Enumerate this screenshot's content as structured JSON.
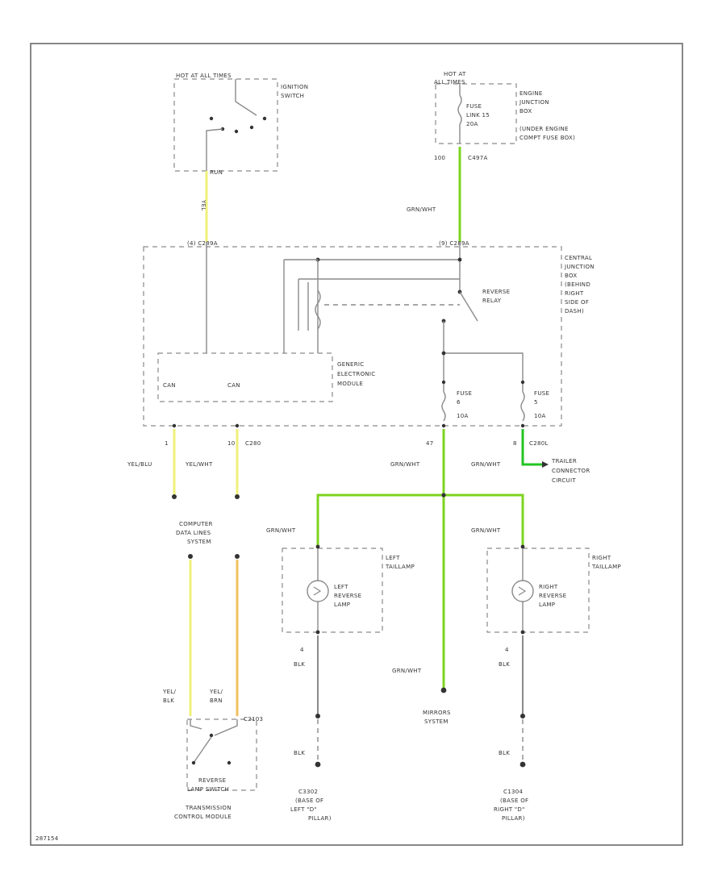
{
  "colors": {
    "green_wire": "#7dd420",
    "green_bright": "#22c422",
    "yellow_wire": "#f0f07a",
    "orange_wire": "#f2c060",
    "gray_wire": "#8a8a8a"
  },
  "ignition": {
    "header": "HOT AT ALL TIMES",
    "label_1": "IGNITION",
    "label_2": "SWITCH",
    "pos": "RUN"
  },
  "engine_box": {
    "hot_1": "HOT AT",
    "hot_2": "ALL TIMES",
    "fuse_1": "FUSE",
    "fuse_2": "LINK 15",
    "fuse_3": "20A",
    "label_1": "ENGINE",
    "label_2": "JUNCTION",
    "label_3": "BOX",
    "label_4": "(UNDER ENGINE",
    "label_5": "COMPT FUSE BOX)",
    "pin": "100",
    "conn": "C497A"
  },
  "wires": {
    "yel": "YEL",
    "grn_wht_1": "GRN/WHT",
    "yel_blu": "YEL/BLU",
    "yel_wht": "YEL/WHT",
    "grn_wht_2": "GRN/WHT",
    "grn_wht_3": "GRN/WHT",
    "grn_wht_4": "GRN/WHT",
    "grn_wht_5": "GRN/WHT",
    "grn_wht_6": "GRN/WHT",
    "blk_1": "BLK",
    "blk_2": "BLK",
    "blk_3": "BLK",
    "blk_4": "BLK",
    "yel_blk_1": "YEL/",
    "yel_blk_2": "BLK",
    "yel_brn_1": "YEL/",
    "yel_brn_2": "BRN"
  },
  "cjb": {
    "conn_left": "(4) C289A",
    "conn_right": "(9) C289A",
    "label_1": "CENTRAL",
    "label_2": "JUNCTION",
    "label_3": "BOX",
    "label_4": "(BEHIND",
    "label_5": "RIGHT",
    "label_6": "SIDE OF",
    "label_7": "DASH)",
    "relay_1": "REVERSE",
    "relay_2": "RELAY",
    "gem_1": "GENERIC",
    "gem_2": "ELECTRONIC",
    "gem_3": "MODULE",
    "can_1": "CAN",
    "can_2": "CAN",
    "fuse_a_1": "FUSE",
    "fuse_a_2": "6",
    "fuse_a_3": "10A",
    "fuse_b_1": "FUSE",
    "fuse_b_2": "5",
    "fuse_b_3": "10A"
  },
  "pins": {
    "p1": "1",
    "p10": "10",
    "c280": "C280",
    "p47": "47",
    "p8": "8",
    "c280l": "C280L",
    "p4a": "4",
    "p4b": "4"
  },
  "trailer": {
    "line_1": "TRAILER",
    "line_2": "CONNECTOR",
    "line_3": "CIRCUIT"
  },
  "cdl": {
    "line_1": "COMPUTER",
    "line_2": "DATA LINES",
    "line_3": "SYSTEM"
  },
  "left_lamp": {
    "box_1": "LEFT",
    "box_2": "TAILLAMP",
    "lamp_1": "LEFT",
    "lamp_2": "REVERSE",
    "lamp_3": "LAMP"
  },
  "right_lamp": {
    "box_1": "RIGHT",
    "box_2": "TAILLAMP",
    "lamp_1": "RIGHT",
    "lamp_2": "REVERSE",
    "lamp_3": "LAMP"
  },
  "mirrors": {
    "line_1": "MIRRORS",
    "line_2": "SYSTEM"
  },
  "tcm": {
    "conn": "C2103",
    "switch_1": "REVERSE",
    "switch_2": "LAMP SWITCH",
    "module_1": "TRANSMISSION",
    "module_2": "CONTROL MODULE"
  },
  "ground_left": {
    "line_1": "C3302",
    "line_2": "(BASE OF",
    "line_3": "LEFT \"D\"",
    "line_4": "PILLAR)"
  },
  "ground_right": {
    "line_1": "C1304",
    "line_2": "(BASE OF",
    "line_3": "RIGHT \"D\"",
    "line_4": "PILLAR)"
  },
  "footer": {
    "code": "287154"
  }
}
